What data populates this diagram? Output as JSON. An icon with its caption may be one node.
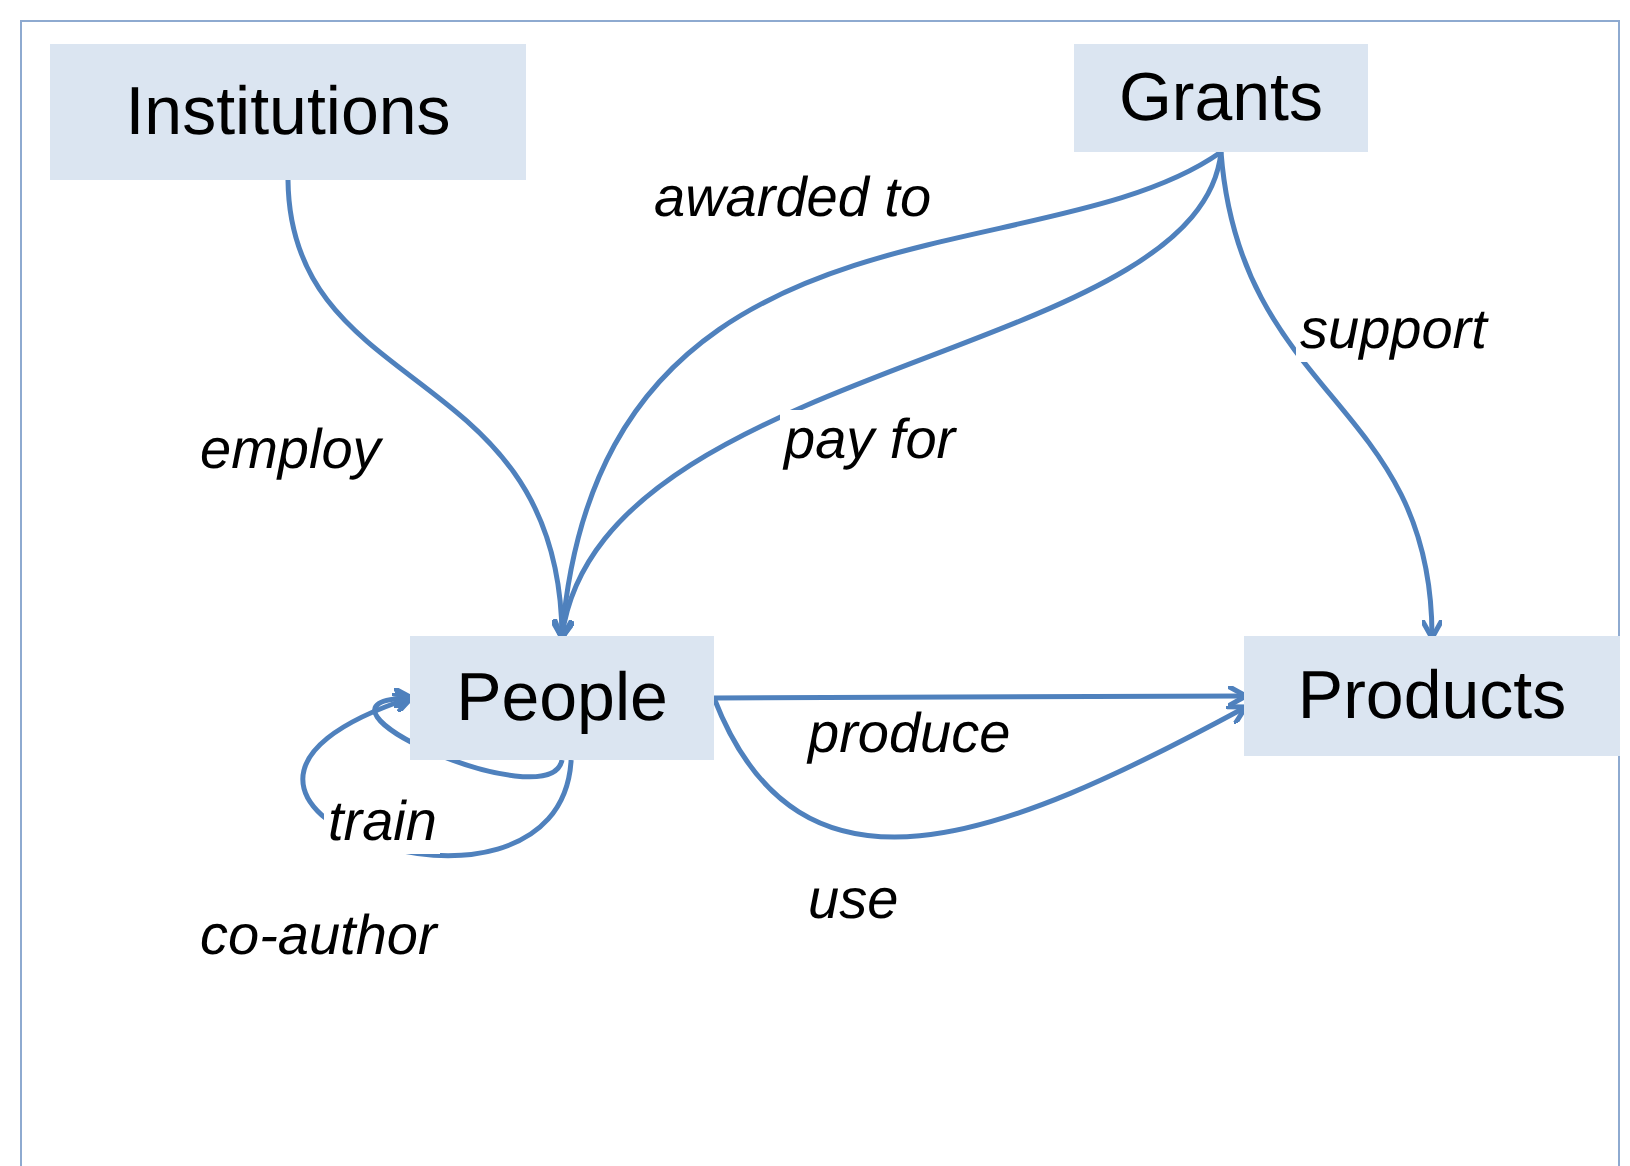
{
  "diagram": {
    "nodes": [
      {
        "text": [
          "Institutions"
        ]
      },
      {
        "text": [
          "Grants"
        ]
      },
      {
        "text": [
          "People"
        ]
      },
      {
        "text": [
          "Products"
        ]
      }
    ],
    "edges": [
      {
        "from": 0,
        "to": 2,
        "arrow": "to",
        "label": "employ"
      },
      {
        "from": 1,
        "to": 2,
        "arrow": "to",
        "label": "awarded to"
      },
      {
        "from": 1,
        "to": 2,
        "arrow": "to",
        "label": "pay for"
      },
      {
        "from": 1,
        "to": 3,
        "arrow": "to",
        "label": "support"
      },
      {
        "from": 2,
        "to": 3,
        "arrow": "to",
        "label": "produce"
      },
      {
        "from": 2,
        "to": 3,
        "arrow": "to",
        "label": "use"
      },
      {
        "from": 2,
        "to": 2,
        "arrow": "to",
        "label": "train"
      },
      {
        "from": 2,
        "to": 2,
        "arrow": "to",
        "label": "co-author"
      }
    ]
  }
}
